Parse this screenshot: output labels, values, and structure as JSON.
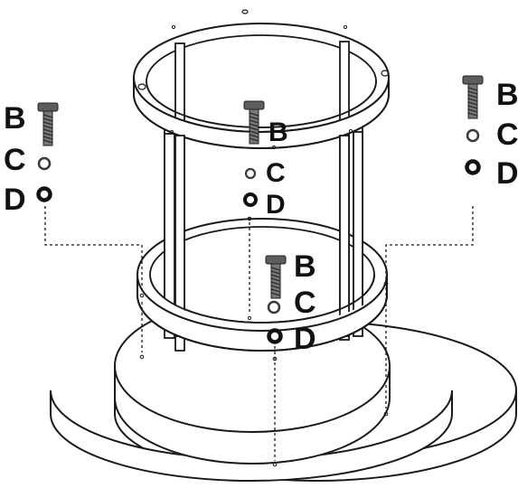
{
  "labels": {
    "bolt": "B",
    "washer": "C",
    "lock_washer": "D"
  },
  "colors": {
    "line": "#1a1a1a",
    "bolt_fill": "#6b6b6b",
    "bolt_dark": "#3a3a3a",
    "ring_fill": "#ffffff"
  },
  "icons": {
    "bolt": "bolt-icon",
    "washer": "washer-icon",
    "lock_washer": "lock-washer-icon"
  }
}
